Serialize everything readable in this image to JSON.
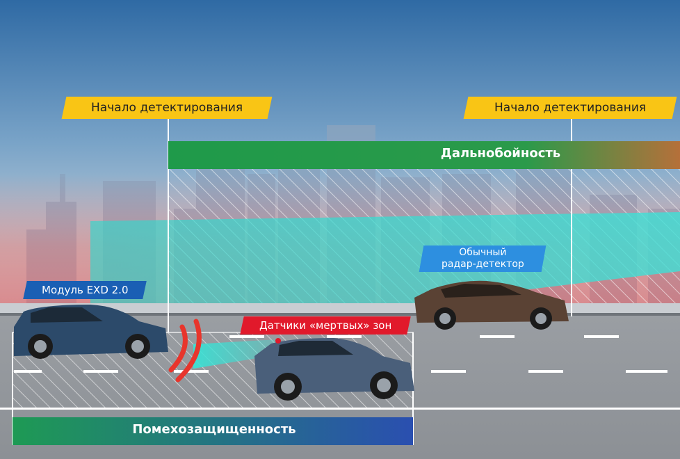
{
  "labels": {
    "detection_start_left": "Начало детектирования",
    "detection_start_right": "Начало детектирования",
    "range_bar": "Дальнобойность",
    "noise_immunity_bar": "Помехозащищенность",
    "module": "Модуль EXD 2.0",
    "blind_spot": "Датчики «мертвых» зон",
    "regular_detector": "Обычный\nрадар-детектор"
  },
  "colors": {
    "yellow_tag": "#f9c515",
    "green_bar": "#1f9a4a",
    "blue_tag": "#1a5fb4",
    "red_tag": "#e1192b",
    "cyan_beam": "#36d6cc",
    "light_blue_tag": "#2d8fe0"
  },
  "icons": {
    "module_car": "suv-dark-blue-icon",
    "blind_spot_car": "crossover-gray-blue-icon",
    "regular_car": "sedan-brown-icon",
    "signal_waves": "radar-waves-icon"
  }
}
